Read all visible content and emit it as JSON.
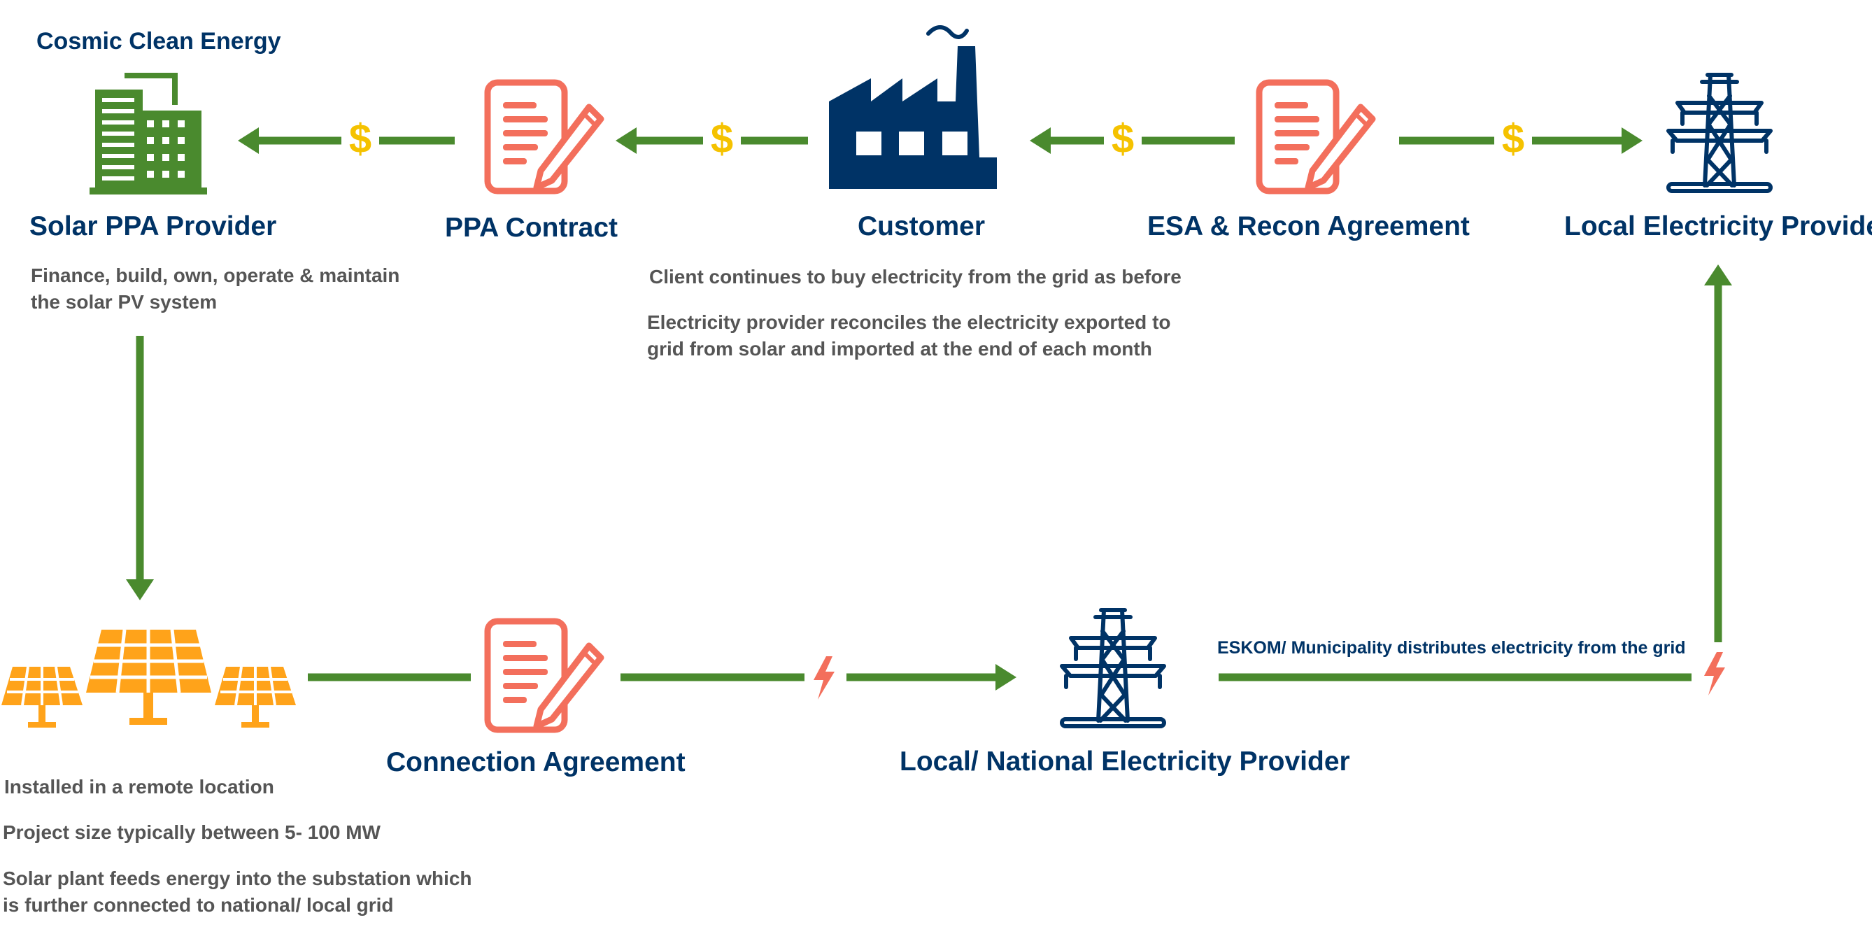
{
  "brand": {
    "name": "Cosmic Clean Energy"
  },
  "nodes": {
    "solar_ppa_provider": {
      "label": "Solar PPA Provider",
      "description": "Finance, build, own, operate & maintain the solar PV system"
    },
    "ppa_contract": {
      "label": "PPA Contract"
    },
    "customer": {
      "label": "Customer",
      "description_1": "Client continues to buy electricity from the grid as before",
      "description_2": "Electricity provider reconciles the electricity exported to grid from solar and imported at the end of each month"
    },
    "esa_recon": {
      "label": "ESA & Recon Agreement"
    },
    "local_provider": {
      "label": "Local Electricity Provider"
    },
    "solar_plant": {
      "notes": [
        "Installed in a remote location",
        "Project size typically between 5- 100 MW",
        "Solar plant feeds energy into the substation which is further connected to national/ local grid"
      ]
    },
    "connection_agreement": {
      "label": "Connection Agreement"
    },
    "national_provider": {
      "label": "Local/ National Electricity Provider"
    }
  },
  "flows": {
    "distribution_label": "ESKOM/ Municipality distributes electricity from the grid",
    "money_symbol": "$"
  },
  "colors": {
    "navy": "#003366",
    "green": "#4a8a2e",
    "coral": "#f36f5c",
    "gold": "#f5c200",
    "orange": "#ffa31a",
    "gray": "#555555"
  },
  "icons": {
    "building": "green-office-building-icon",
    "contract": "contract-document-pen-icon",
    "factory": "factory-icon",
    "pylon": "transmission-tower-icon",
    "solar": "solar-panel-icon",
    "bolt": "lightning-bolt-icon",
    "money": "dollar-sign-icon"
  }
}
